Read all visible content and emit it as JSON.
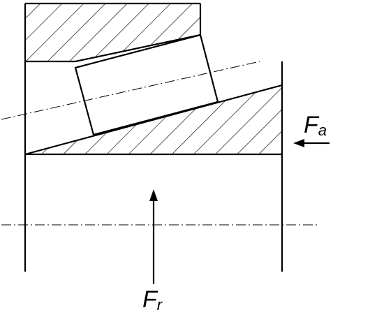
{
  "labels": {
    "axial_force": {
      "main": "F",
      "sub": "a"
    },
    "radial_force": {
      "main": "F",
      "sub": "r"
    }
  },
  "colors": {
    "line": "#000000",
    "background": "#ffffff"
  }
}
